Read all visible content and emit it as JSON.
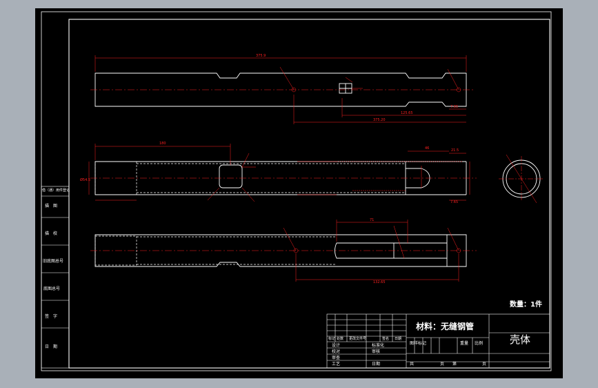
{
  "drawing": {
    "quantity_label": "数量：1件",
    "material_label": "材料：无缝钢管",
    "part_name": "壳体",
    "left_strip_labels": [
      "借（通）用件登记",
      "描　图",
      "描　校",
      "旧底图总号",
      "底图总号",
      "签　字",
      "日　期"
    ],
    "title_block": {
      "design_label": "设计",
      "standardization_label": "标准化",
      "check_label": "校对",
      "review_label": "审核",
      "approve_label": "审查",
      "process_label": "工艺",
      "date_label": "日期",
      "stage_mark_label": "图样标记",
      "weight_label": "重量",
      "scale_label": "比例",
      "total_label": "共",
      "sheet_label": "页",
      "page_label": "第",
      "page_label_2": "页",
      "revision_header": [
        "标记",
        "处数",
        "更改文件号",
        "签名",
        "日期"
      ]
    },
    "dimensions": {
      "top_overall": "375.9",
      "top_sub1": "125.65",
      "top_sub2": "375.20",
      "top_small": "7.65",
      "mid_left": "180",
      "mid_bore": "Ø54.5",
      "mid_right_a": "46",
      "mid_right_b": "21.5",
      "mid_small": "7.65",
      "bot_slot": "71",
      "bot_overall": "132.65"
    }
  },
  "colors": {
    "outline": "#ffffff",
    "centerline": "#ff2020",
    "dimension": "#ff2020",
    "hidden": "#ffffff",
    "hatch": "#ff2020",
    "background": "#000000"
  }
}
